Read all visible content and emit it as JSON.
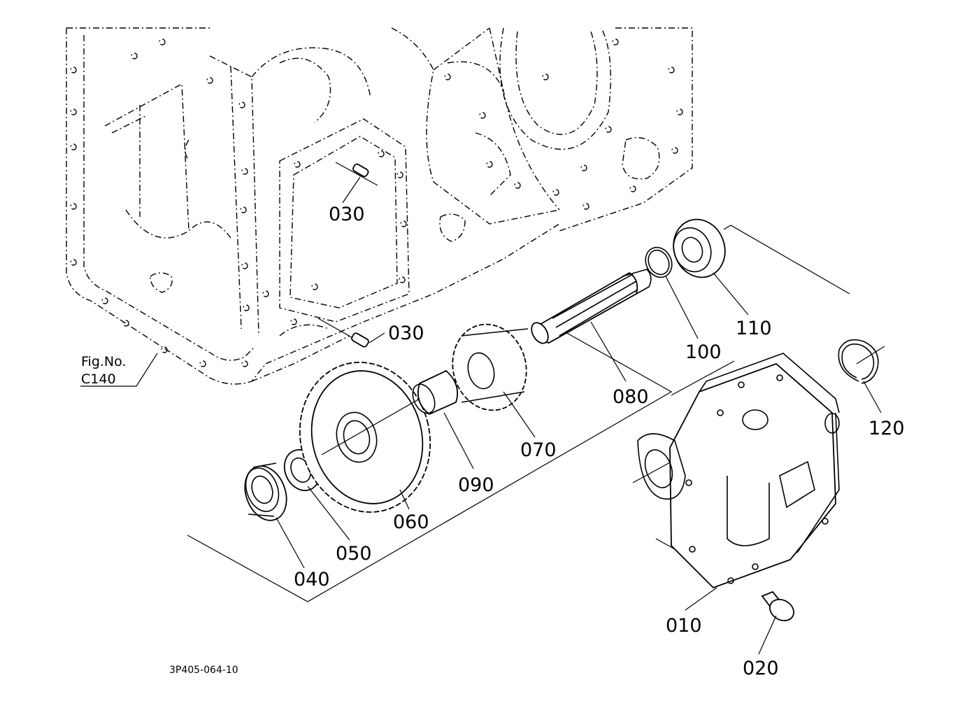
{
  "figure": {
    "ref_fig_label": "Fig.No.",
    "ref_fig_number": "C140",
    "drawing_code": "3P405-064-10"
  },
  "callouts": {
    "c010": "010",
    "c020": "020",
    "c030a": "030",
    "c030b": "030",
    "c040": "040",
    "c050": "050",
    "c060": "060",
    "c070": "070",
    "c080": "080",
    "c090": "090",
    "c100": "100",
    "c110": "110",
    "c120": "120"
  }
}
